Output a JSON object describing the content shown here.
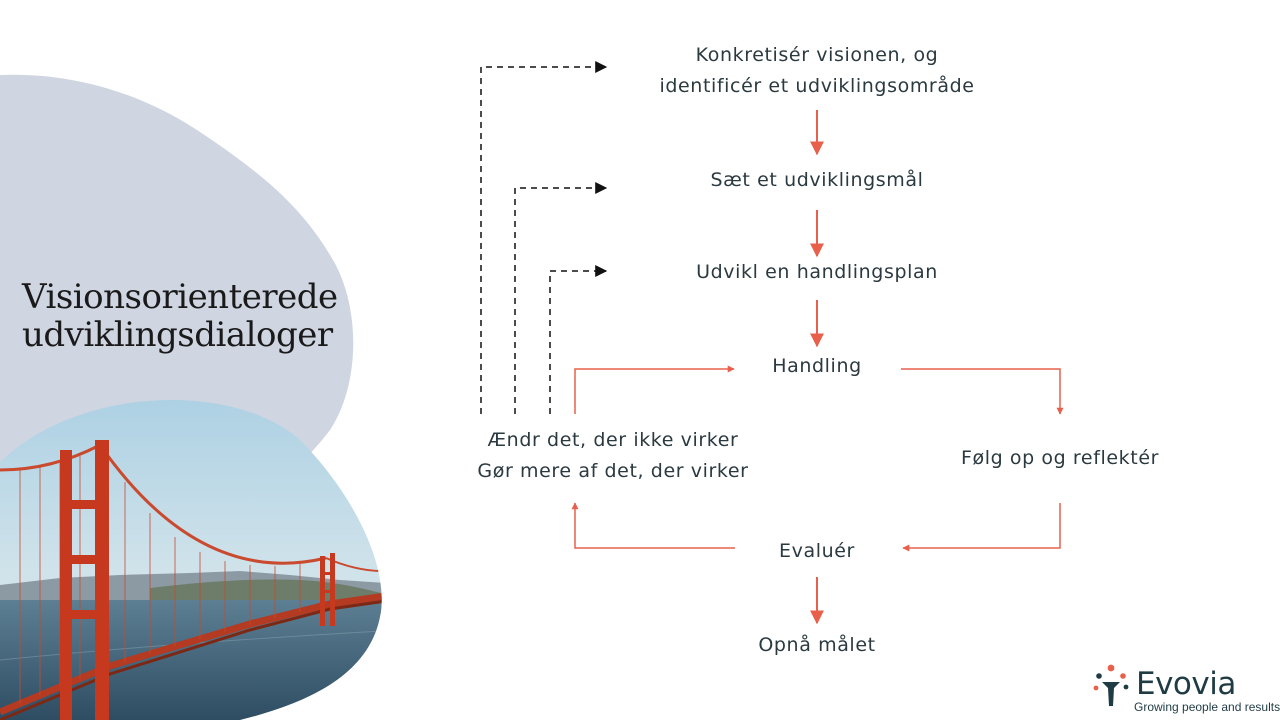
{
  "title_lines": [
    "Visionsorienterede",
    "udviklingsdialoger"
  ],
  "steps": {
    "concretize": [
      "Konkretisér visionen, og",
      "identificér et udviklingsområde"
    ],
    "set_goal": "Sæt et udviklingsmål",
    "action_plan": "Udvikl en handlingsplan",
    "action": "Handling",
    "adjust": [
      "Ændr det, der ikke virker",
      "Gør mere af det, der virker"
    ],
    "follow_up": "Følg op og reflektér",
    "evaluate": "Evaluér",
    "achieve": "Opnå målet"
  },
  "logo": {
    "name": "Evovia",
    "tagline": "Growing people and results"
  },
  "colors": {
    "flow_arrow": "#e8604c",
    "dashed_arrow": "#111111",
    "blob": "#cfd5e1",
    "text": "#2b3a40",
    "brand": "#1f3c45"
  }
}
